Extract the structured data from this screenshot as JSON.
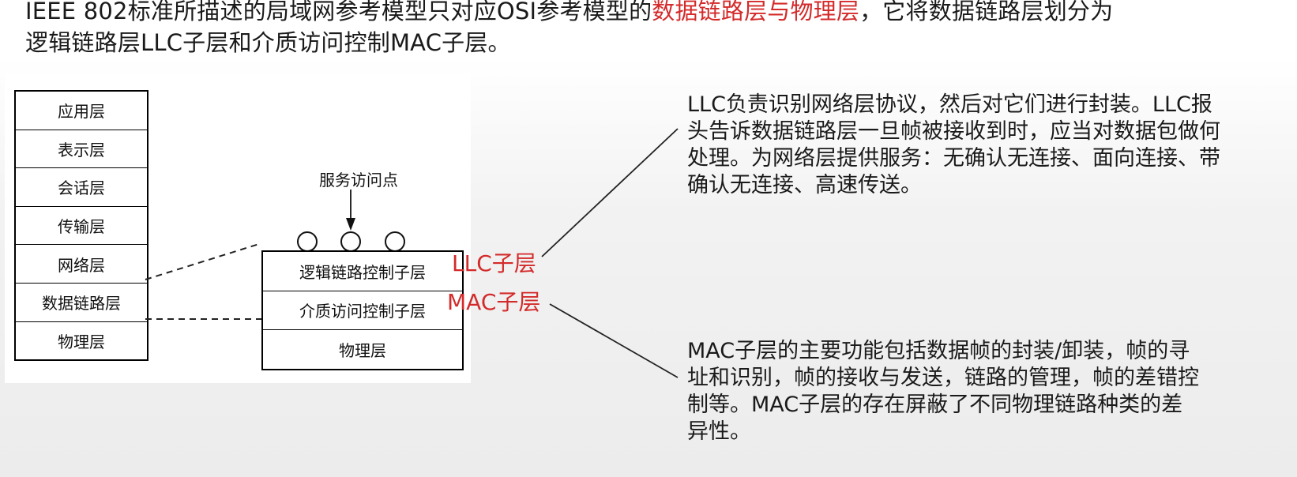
{
  "intro": {
    "part1": "IEEE 802标准所描述的局域网参考模型只对应OSI参考模型的",
    "highlight": "数据链路层与物理层",
    "part2": "，它将数据链路层划分为逻辑链路层LLC子层和介质访问控制MAC子层。"
  },
  "osi_layers": [
    "应用层",
    "表示层",
    "会话层",
    "传输层",
    "网络层",
    "数据链路层",
    "物理层"
  ],
  "ieee_layers": [
    "逻辑链路控制子层",
    "介质访问控制子层",
    "物理层"
  ],
  "service_access_point_label": "服务访问点",
  "llc_label": "LLC子层",
  "mac_label": "MAC子层",
  "llc_description": "LLC负责识别网络层协议，然后对它们进行封装。LLC报头告诉数据链路层一旦帧被接收到时，应当对数据包做何处理。为网络层提供服务：无确认无连接、面向连接、带确认无连接、高速传送。",
  "mac_description": "MAC子层的主要功能包括数据帧的封装/卸装，帧的寻址和识别，帧的接收与发送，链路的管理，帧的差错控制等。MAC子层的存在屏蔽了不同物理链路种类的差异性。",
  "colors": {
    "highlight": "#d42a2a",
    "text": "#1a1a1a"
  }
}
